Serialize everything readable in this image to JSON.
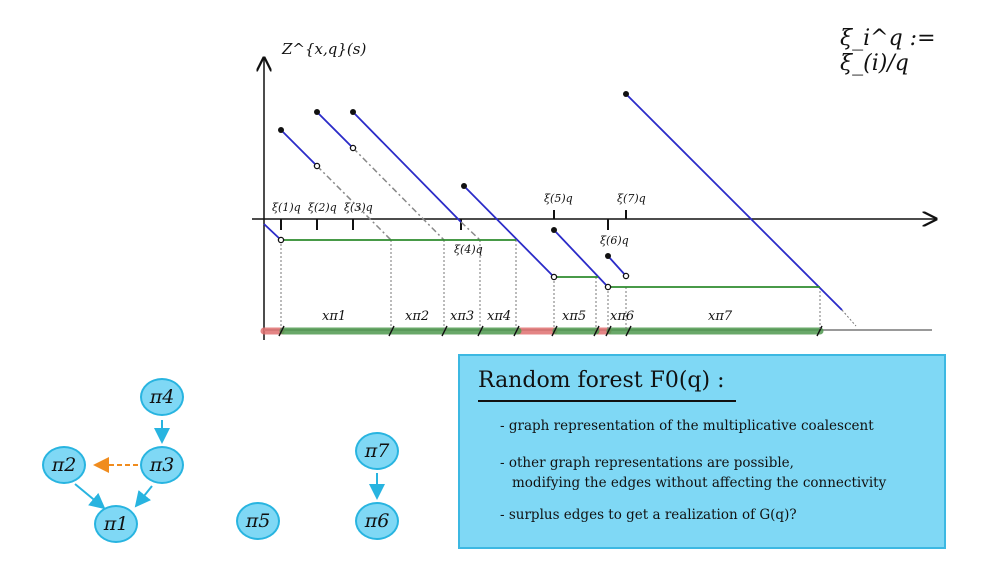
{
  "formula": "ξ_i^q := ξ_(i)/q",
  "yaxis_label": "Z^{x,q}(s)",
  "ticks": [
    "ξ(1)q",
    "ξ(2)q",
    "ξ(3)q",
    "ξ(4)q",
    "ξ(5)q",
    "ξ(6)q",
    "ξ(7)q"
  ],
  "segment_labels": [
    "xπ1",
    "xπ2",
    "xπ3",
    "xπ4",
    "xπ5",
    "xπ6",
    "xπ7"
  ],
  "infobox": {
    "title": "Random forest F0(q) :",
    "items": [
      "- graph representation of the multiplicative coalescent",
      "- other graph representations are possible,",
      "modifying the edges without affecting the connectivity",
      "- surplus edges to get a realization of G(q)?"
    ]
  },
  "nodes": [
    "π4",
    "π2",
    "π3",
    "π7",
    "π1",
    "π5",
    "π6"
  ],
  "colors": {
    "excursion_line": "#2b2bc8",
    "level_line": "#2e8b2e",
    "green_band": "#4f9a4f",
    "red_band": "#e07070",
    "node_fill": "#7fd8f5",
    "node_border": "#28b4e0",
    "box_fill": "#7fd8f5",
    "dashed_edge": "#f08c1e"
  }
}
